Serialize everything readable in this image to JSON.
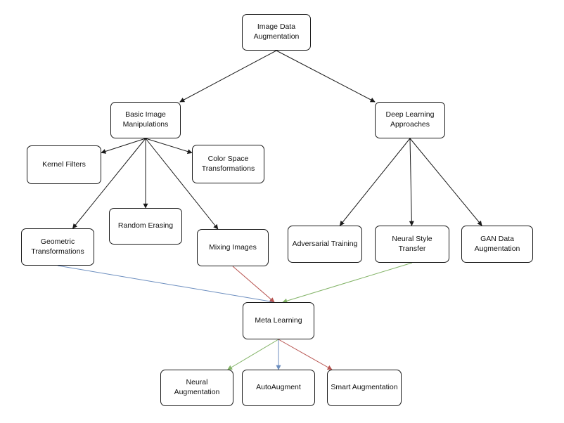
{
  "nodes": {
    "root": {
      "lines": [
        "Image Data",
        "Augmentation"
      ]
    },
    "basic": {
      "lines": [
        "Basic Image",
        "Manipulations"
      ]
    },
    "deep": {
      "lines": [
        "Deep Learning",
        "Approaches"
      ]
    },
    "kernel": {
      "lines": [
        "Kernel Filters"
      ]
    },
    "color": {
      "lines": [
        "Color Space",
        "Transformations"
      ]
    },
    "geometric": {
      "lines": [
        "Geometric",
        "Transformations"
      ]
    },
    "erasing": {
      "lines": [
        "Random Erasing"
      ]
    },
    "mixing": {
      "lines": [
        "Mixing Images"
      ]
    },
    "adversarial": {
      "lines": [
        "Adversarial Training"
      ]
    },
    "style": {
      "lines": [
        "Neural Style Transfer"
      ]
    },
    "gan": {
      "lines": [
        "GAN Data",
        "Augmentation"
      ]
    },
    "meta": {
      "lines": [
        "Meta Learning"
      ]
    },
    "neural_aug": {
      "lines": [
        "Neural Augmentation"
      ]
    },
    "autoaugment": {
      "lines": [
        "AutoAugment"
      ]
    },
    "smart": {
      "lines": [
        "Smart Augmentation"
      ]
    }
  },
  "edge_colors": {
    "black": "#1a1a1a",
    "blue": "#6c8ebf",
    "red": "#b85450",
    "green": "#82b366"
  },
  "edges": [
    {
      "from": "root",
      "to": "basic",
      "color": "black"
    },
    {
      "from": "root",
      "to": "deep",
      "color": "black"
    },
    {
      "from": "basic",
      "to": "kernel",
      "color": "black"
    },
    {
      "from": "basic",
      "to": "color",
      "color": "black"
    },
    {
      "from": "basic",
      "to": "geometric",
      "color": "black"
    },
    {
      "from": "basic",
      "to": "erasing",
      "color": "black"
    },
    {
      "from": "basic",
      "to": "mixing",
      "color": "black"
    },
    {
      "from": "deep",
      "to": "adversarial",
      "color": "black"
    },
    {
      "from": "deep",
      "to": "style",
      "color": "black"
    },
    {
      "from": "deep",
      "to": "gan",
      "color": "black"
    },
    {
      "from": "geometric",
      "to": "meta",
      "color": "blue"
    },
    {
      "from": "mixing",
      "to": "meta",
      "color": "red"
    },
    {
      "from": "style",
      "to": "meta",
      "color": "green"
    },
    {
      "from": "meta",
      "to": "neural_aug",
      "color": "green"
    },
    {
      "from": "meta",
      "to": "autoaugment",
      "color": "blue"
    },
    {
      "from": "meta",
      "to": "smart",
      "color": "red"
    }
  ]
}
